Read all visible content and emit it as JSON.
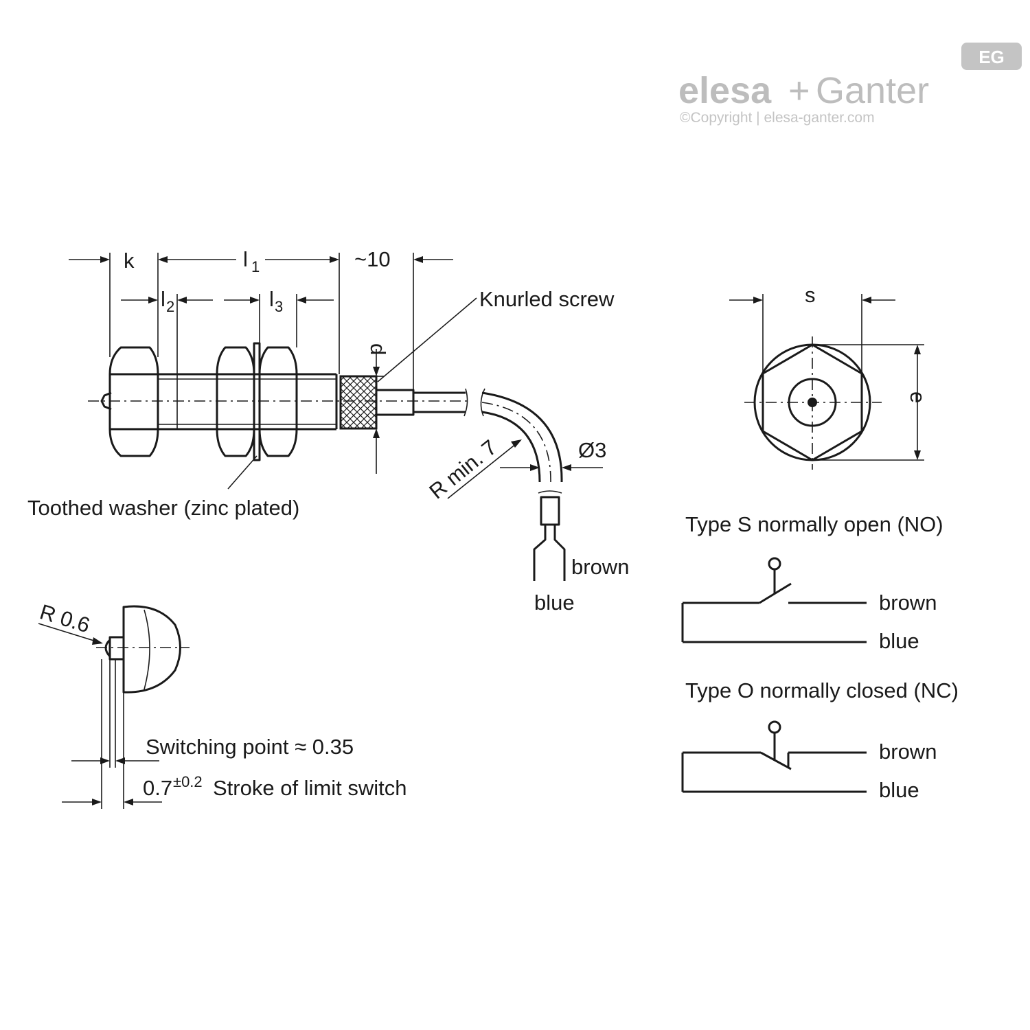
{
  "logo": {
    "brand_left": "elesa",
    "brand_plus": "+",
    "brand_right": "Ganter",
    "copyright": "©Copyright | elesa-ganter.com",
    "badge": "EG"
  },
  "dimensions": {
    "k": "k",
    "l1": "l",
    "l1_sub": "1",
    "l2": "l",
    "l2_sub": "2",
    "l3": "l",
    "l3_sub": "3",
    "approx10": "~10",
    "d": "d",
    "s": "s",
    "e": "e",
    "diameter": "Ø3",
    "bend_radius": "R min. 7",
    "tip_radius": "R 0.6"
  },
  "labels": {
    "knurled_screw": "Knurled screw",
    "toothed_washer": "Toothed washer (zinc plated)",
    "cable_brown": "brown",
    "cable_blue": "blue",
    "switching_point": "Switching point ≈ 0.35",
    "stroke_value": "0.7",
    "stroke_tolerance": "±0.2",
    "stroke_text": "Stroke of limit switch"
  },
  "circuits": {
    "type_s": {
      "title": "Type S normally open (NO)",
      "brown": "brown",
      "blue": "blue"
    },
    "type_o": {
      "title": "Type O normally closed (NC)",
      "brown": "brown",
      "blue": "blue"
    }
  },
  "colors": {
    "line": "#1a1a1a",
    "logo": "#bdbdbd"
  }
}
